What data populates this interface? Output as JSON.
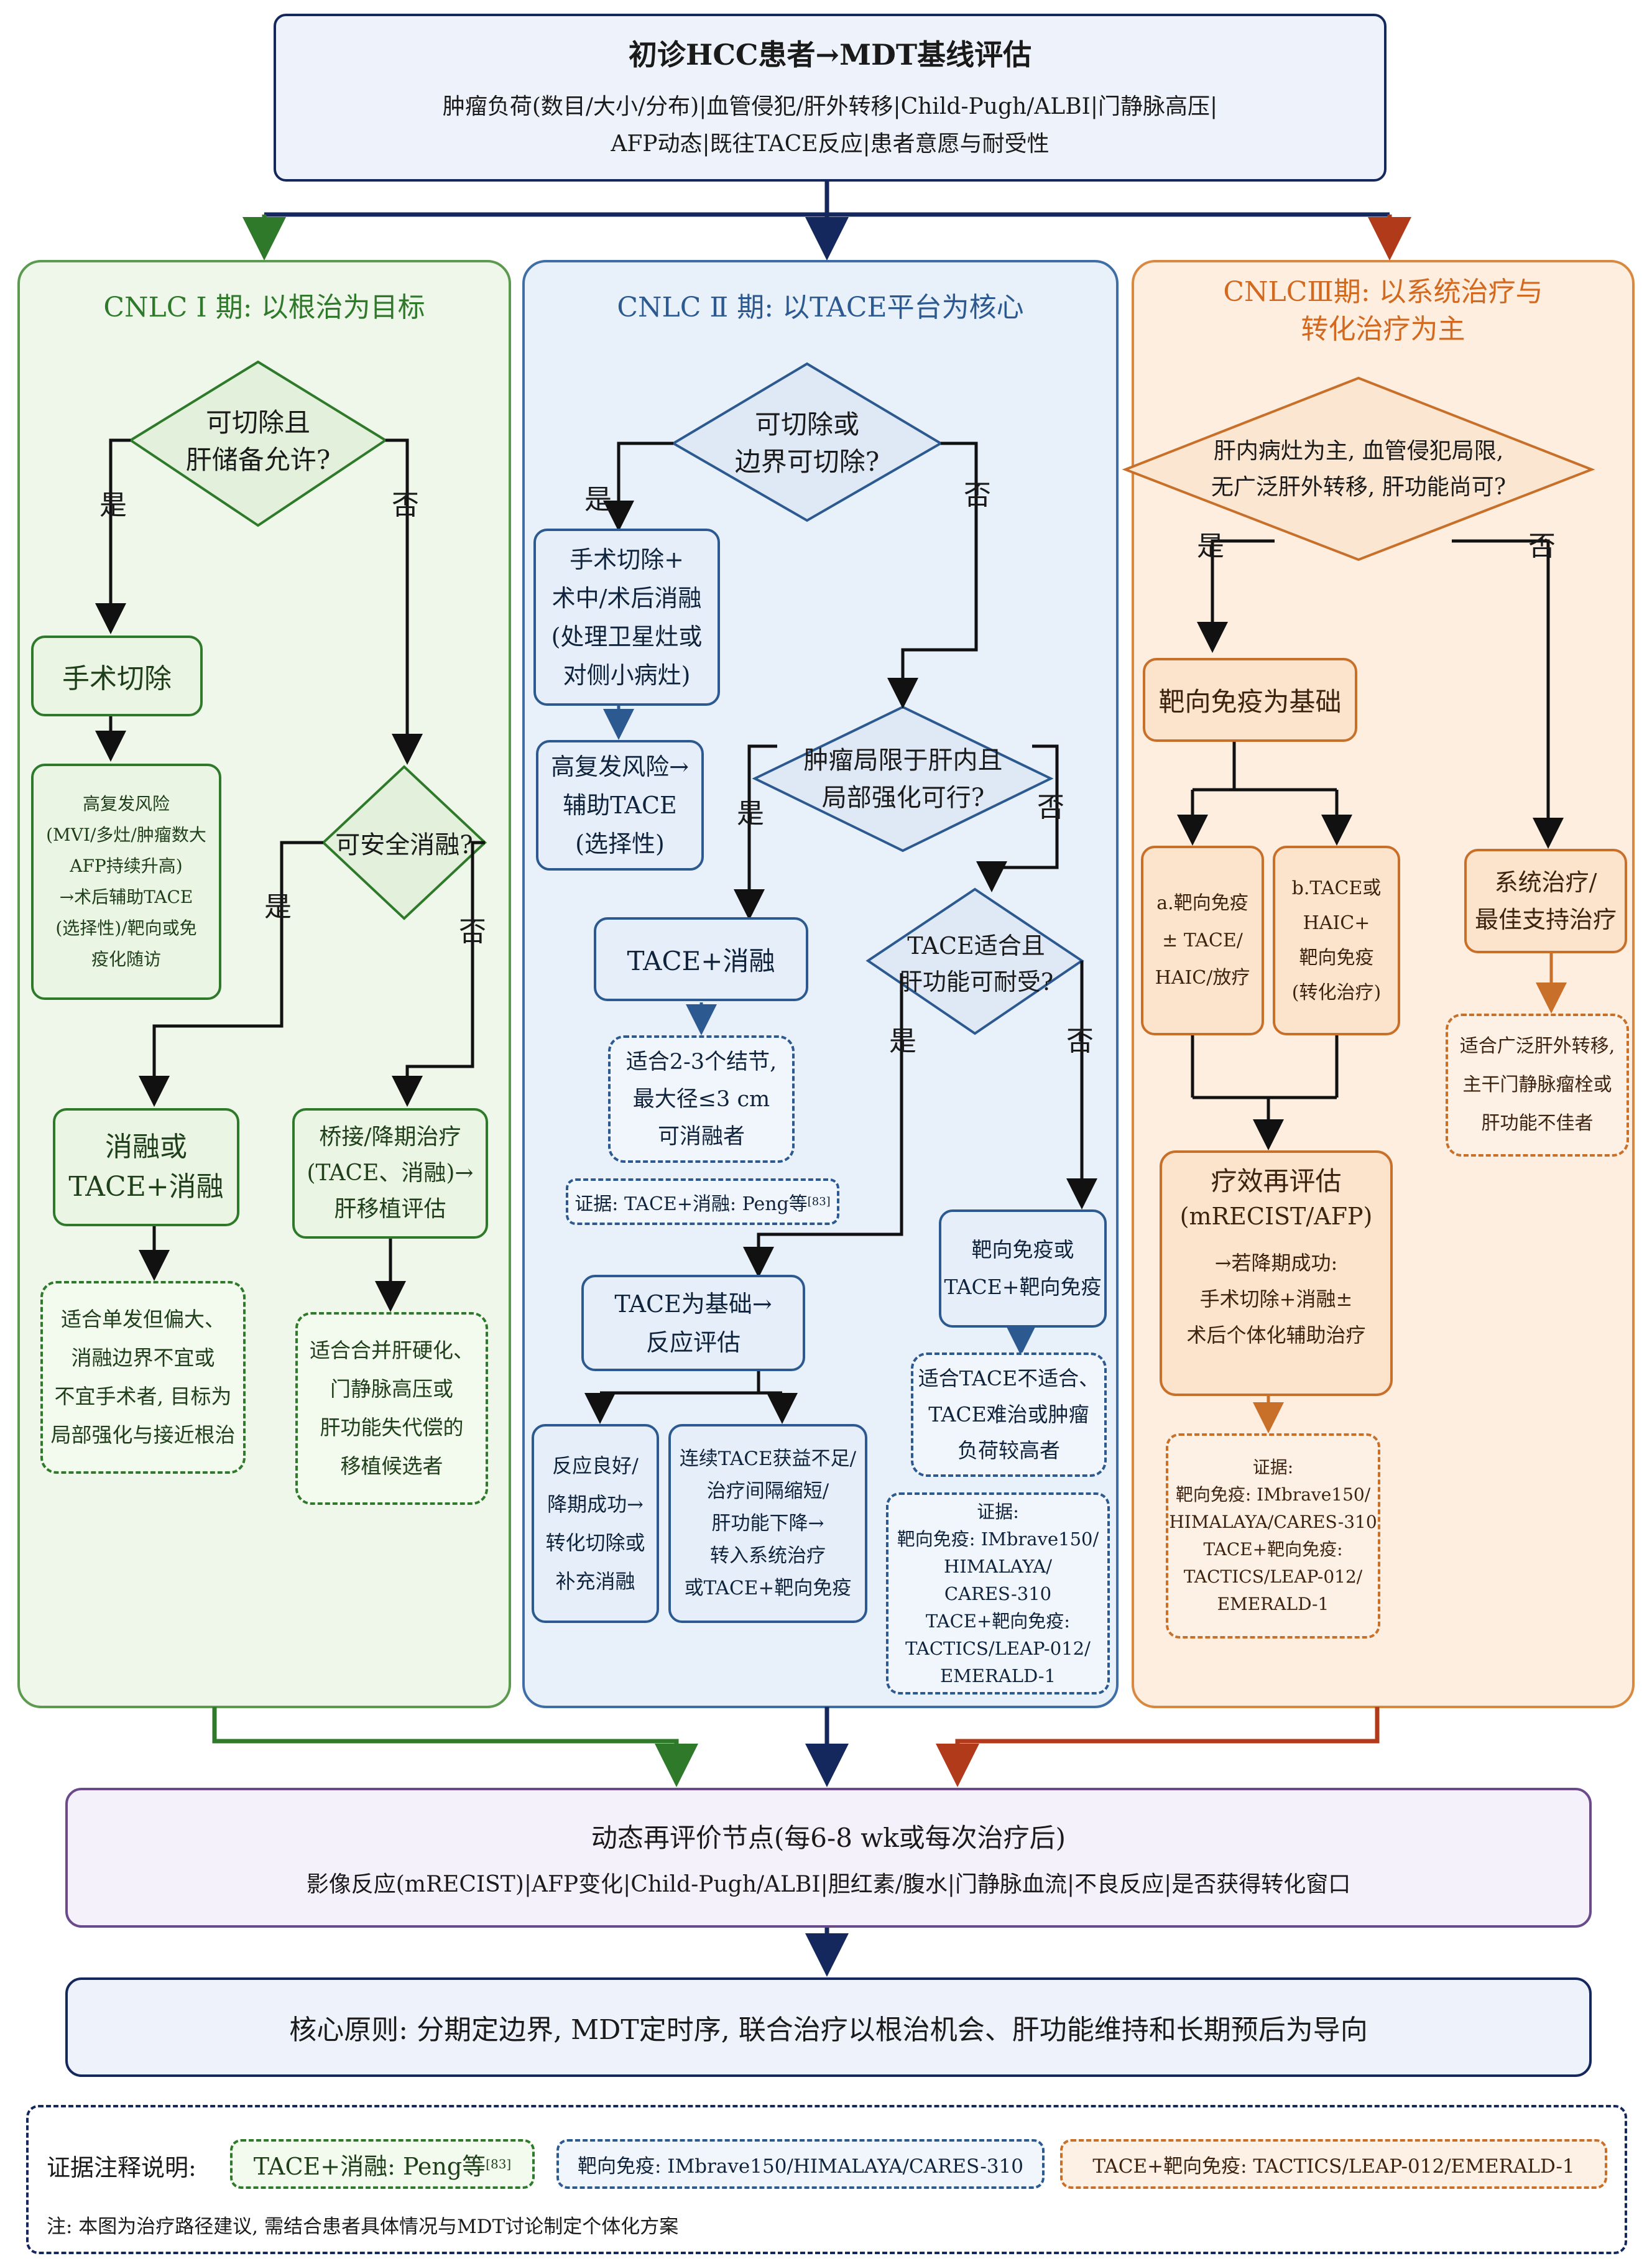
{
  "top": {
    "title": "初诊HCC患者→MDT基线评估",
    "line1": "肿瘤负荷(数目/大小/分布)|血管侵犯/肝外转移|Child-Pugh/ALBI|门静脉高压|",
    "line2": "AFP动态|既往TACE反应|患者意愿与耐受性"
  },
  "stage1": {
    "title": "CNLC Ⅰ 期: 以根治为目标",
    "q1": [
      "可切除且",
      "肝储备允许?"
    ],
    "yes": "是",
    "no": "否",
    "surgery": "手术切除",
    "adjuvant": [
      "高复发风险",
      "(MVI/多灶/肿瘤数大",
      "AFP持续升高)",
      "→术后辅助TACE",
      "(选择性)/靶向或免",
      "疫化随访"
    ],
    "q2": [
      "可安全消融?"
    ],
    "yes2": "是",
    "no2": "否",
    "ablation": [
      "消融或",
      "TACE+消融"
    ],
    "bridge": [
      "桥接/降期治疗",
      "(TACE、消融)→",
      "肝移植评估"
    ],
    "note_ablation": [
      "适合单发但偏大、",
      "消融边界不宜或",
      "不宜手术者, 目标为",
      "局部强化与接近根治"
    ],
    "note_bridge": [
      "适合合并肝硬化、",
      "门静脉高压或",
      "肝功能失代偿的",
      "移植候选者"
    ]
  },
  "stage2": {
    "title": "CNLC Ⅱ 期: 以TACE平台为核心",
    "q1": [
      "可切除或",
      "边界可切除?"
    ],
    "yes": "是",
    "no": "否",
    "surgery": [
      "手术切除+",
      "术中/术后消融",
      "(处理卫星灶或",
      "对侧小病灶)"
    ],
    "high_risk": [
      "高复发风险→",
      "辅助TACE",
      "(选择性)"
    ],
    "q2": [
      "肿瘤局限于肝内且",
      "局部强化可行?"
    ],
    "yes2": "是",
    "no2": "否",
    "tace_abl": "TACE+消融",
    "note_tace_abl": [
      "适合2-3个结节,",
      "最大径≤3 cm",
      "可消融者"
    ],
    "evidence1": "证据: TACE+消融: Peng等",
    "evidence1_sup": "[83]",
    "q3": [
      "TACE适合且",
      "肝功能可耐受?"
    ],
    "yes3": "是",
    "no3": "否",
    "tace_base": [
      "TACE为基础→",
      "反应评估"
    ],
    "targeted": [
      "靶向免疫或",
      "TACE+靶向免疫"
    ],
    "note_targeted": [
      "适合TACE不适合、",
      "TACE难治或肿瘤",
      "负荷较高者"
    ],
    "good": [
      "反应良好/",
      "降期成功→",
      "转化切除或",
      "补充消融"
    ],
    "poor": [
      "连续TACE获益不足/",
      "治疗间隔缩短/",
      "肝功能下降→",
      "转入系统治疗",
      "或TACE+靶向免疫"
    ],
    "evidence2": [
      "证据:",
      "靶向免疫: IMbrave150/",
      "HIMALAYA/",
      "CARES-310",
      "TACE+靶向免疫:",
      "TACTICS/LEAP-012/",
      "EMERALD-1"
    ]
  },
  "stage3": {
    "title": [
      "CNLCⅢ期: 以系统治疗与",
      "转化治疗为主"
    ],
    "q1": [
      "肝内病灶为主, 血管侵犯局限,",
      "无广泛肝外转移, 肝功能尚可?"
    ],
    "yes": "是",
    "no": "否",
    "base": "靶向免疫为基础",
    "a": [
      "a.靶向免疫",
      "± TACE/",
      "HAIC/放疗"
    ],
    "b": [
      "b.TACE或",
      "HAIC+",
      "靶向免疫",
      "(转化治疗)"
    ],
    "systemic": [
      "系统治疗/",
      "最佳支持治疗"
    ],
    "note_systemic": [
      "适合广泛肝外转移,",
      "主干门静脉瘤栓或",
      "肝功能不佳者"
    ],
    "reeval": [
      "疗效再评估",
      "(mRECIST/AFP)"
    ],
    "reeval_detail": [
      "→若降期成功:",
      "手术切除+消融±",
      "术后个体化辅助治疗"
    ],
    "evidence": [
      "证据:",
      "靶向免疫: IMbrave150/",
      "HIMALAYA/CARES-310",
      "TACE+靶向免疫:",
      "TACTICS/LEAP-012/",
      "EMERALD-1"
    ]
  },
  "dynamic": {
    "title": "动态再评价节点(每6-8 wk或每次治疗后)",
    "line": "影像反应(mRECIST)|AFP变化|Child-Pugh/ALBI|胆红素/腹水|门静脉血流|不良反应|是否获得转化窗口"
  },
  "core": {
    "text": "核心原则: 分期定边界, MDT定时序, 联合治疗以根治机会、肝功能维持和长期预后为导向"
  },
  "legend": {
    "label": "证据注释说明:",
    "g": "TACE+消融: Peng等",
    "g_sup": "[83]",
    "b": "靶向免疫: IMbrave150/HIMALAYA/CARES-310",
    "o": "TACE+靶向免疫: TACTICS/LEAP-012/EMERALD-1",
    "note": "注: 本图为治疗路径建议, 需结合患者具体情况与MDT讨论制定个体化方案"
  },
  "colors": {
    "green": "#2f7a2a",
    "blue": "#2c5a90",
    "orange": "#c8702a",
    "navy": "#14285e",
    "purple": "#6b4a8c",
    "darkred": "#b03a1a"
  }
}
